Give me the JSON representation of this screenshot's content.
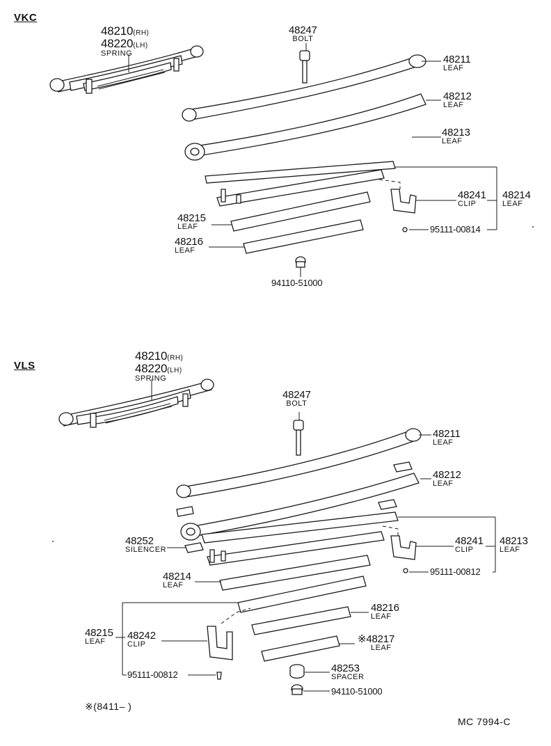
{
  "sections": {
    "vkc": "VKC",
    "vls": "VLS"
  },
  "vkc": {
    "spring_pn1": "48210",
    "spring_sfx1": "(RH)",
    "spring_pn2": "48220",
    "spring_sfx2": "(LH)",
    "spring_name": "SPRING",
    "bolt_pn": "48247",
    "bolt_name": "BOLT",
    "leaf1_pn": "48211",
    "leaf1_name": "LEAF",
    "leaf2_pn": "48212",
    "leaf2_name": "LEAF",
    "leaf3_pn": "48213",
    "leaf3_name": "LEAF",
    "clip_pn": "48241",
    "clip_name": "CLIP",
    "group_pn": "48214",
    "group_name": "LEAF",
    "rivet_pn": "95111-00814",
    "leaf5_pn": "48215",
    "leaf5_name": "LEAF",
    "leaf6_pn": "48216",
    "leaf6_name": "LEAF",
    "nut_pn": "94110-51000"
  },
  "vls": {
    "spring_pn1": "48210",
    "spring_sfx1": "(RH)",
    "spring_pn2": "48220",
    "spring_sfx2": "(LH)",
    "spring_name": "SPRING",
    "bolt_pn": "48247",
    "bolt_name": "BOLT",
    "leaf1_pn": "48211",
    "leaf1_name": "LEAF",
    "leaf2_pn": "48212",
    "leaf2_name": "LEAF",
    "silencer_pn": "48252",
    "silencer_name": "SILENCER",
    "clip_pn": "48241",
    "clip_name": "CLIP",
    "group_pn": "48213",
    "group_name": "LEAF",
    "rivet_pn": "95111-00812",
    "leaf4_pn": "48214",
    "leaf4_name": "LEAF",
    "leaf6_pn": "48216",
    "leaf6_name": "LEAF",
    "group2_pn": "48215",
    "group2_name": "LEAF",
    "clip2_pn": "48242",
    "clip2_name": "CLIP",
    "leaf7_pn": "※48217",
    "leaf7_name": "LEAF",
    "rivet2_pn": "95111-00812",
    "spacer_pn": "48253",
    "spacer_name": "SPACER",
    "nut_pn": "94110-51000"
  },
  "footnote": "※(8411–       )",
  "catalog_code": "MC  7994-C"
}
